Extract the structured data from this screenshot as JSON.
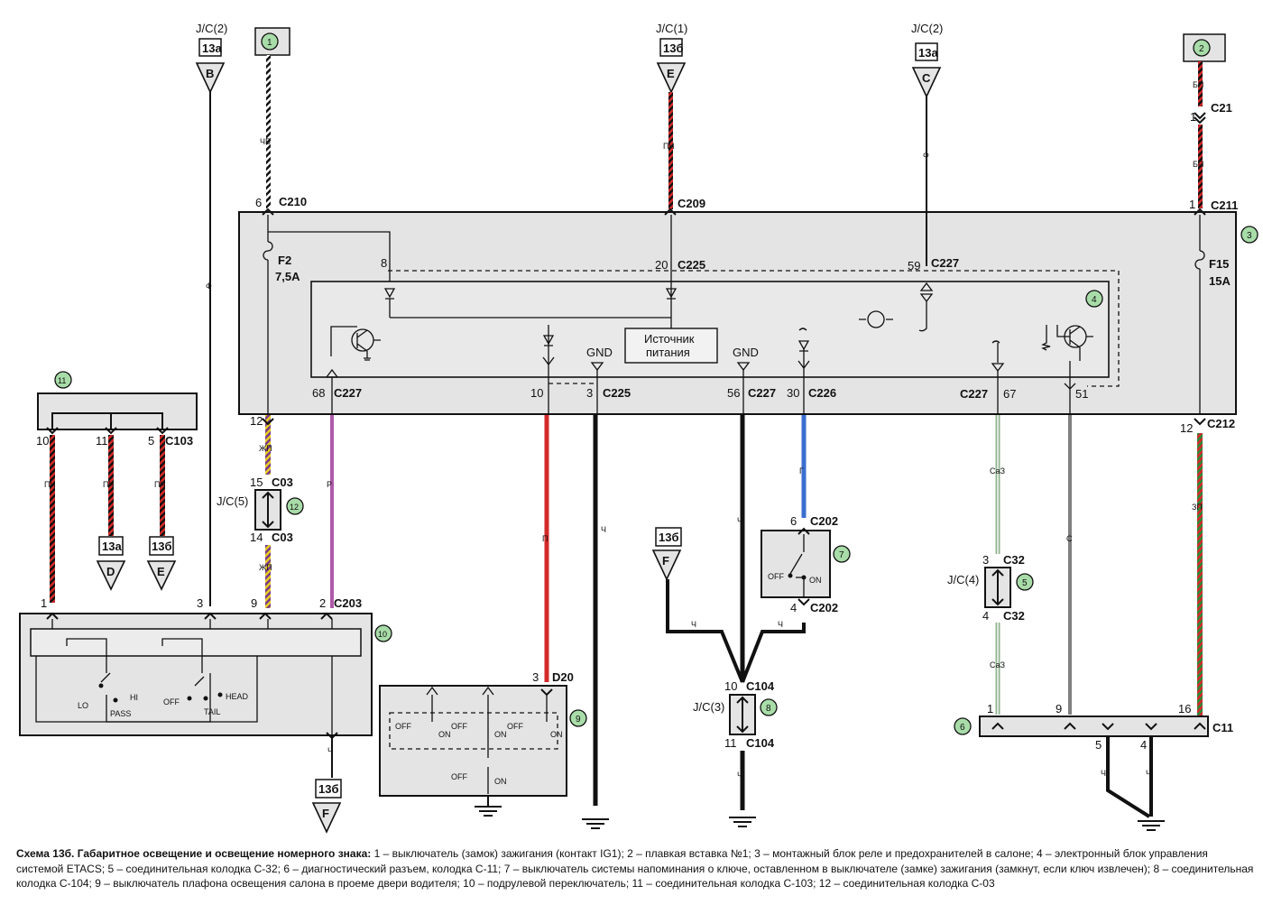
{
  "caption": {
    "title": "Схема 13б. Габаритное освещение и освещение номерного знака:",
    "text": " 1 – выключатель (замок) зажигания (контакт IG1); 2 – плавкая вставка №1; 3 – монтажный блок реле и предохранителей в салоне; 4 – электронный блок управления системой ETACS; 5 – соединительная колодка С-32; 6 – диагностический разъем, колодка С-11; 7 – выключатель системы напоминания о ключе, оставленном в выключателе (замке) зажигания (замкнут, если ключ извлечен); 8 – соединительная колодка С-104; 9 – выключатель плафона освещения салона в проеме двери водителя; 10 – подрулевой переключатель; 11 – соединительная колодка С-103; 12 – соединительная колодка С-03"
  },
  "connectors": {
    "jc2": "J/C(2)",
    "jc1": "J/C(1)",
    "jc5": "J/C(5)",
    "jc4": "J/C(4)",
    "jc3": "J/C(3)",
    "c210": "C210",
    "c209": "C209",
    "c211": "C211",
    "c21": "C21",
    "c225": "C225",
    "c227": "C227",
    "c226": "C226",
    "c212": "C212",
    "c103": "C103",
    "c03": "C03",
    "c203": "C203",
    "c202": "C202",
    "c32": "C32",
    "c104": "C104",
    "c11": "C11",
    "d20": "D20"
  },
  "tags": {
    "t13a": "13а",
    "t13b": "13б"
  },
  "letters": {
    "B": "B",
    "C": "C",
    "D": "D",
    "E": "E",
    "F": "F"
  },
  "fuses": {
    "f2": "F2",
    "f2_rating": "7,5А",
    "f15": "F15",
    "f15_rating": "15А"
  },
  "gnd": "GND",
  "power_source": {
    "line1": "Источник",
    "line2": "питания"
  },
  "pins": {
    "p1": "1",
    "p2": "2",
    "p3": "3",
    "p4": "4",
    "p5": "5",
    "p6": "6",
    "p8": "8",
    "p9": "9",
    "p10": "10",
    "p11": "11",
    "p12": "12",
    "p14": "14",
    "p15": "15",
    "p16": "16",
    "p20": "20",
    "p30": "30",
    "p51": "51",
    "p56": "56",
    "p59": "59",
    "p67": "67",
    "p68": "68"
  },
  "wire_colors": {
    "chb": "ЧБ",
    "f": "Ф",
    "pch": "ПЧ",
    "bp": "БП",
    "zhp": "ЖП",
    "r": "Р",
    "p": "П",
    "ch": "Ч",
    "g": "Г",
    "saz": "СаЗ",
    "s": "С",
    "zp": "ЗП"
  },
  "switch_labels": {
    "lo": "LO",
    "hi": "HI",
    "pass": "PASS",
    "off": "OFF",
    "tail": "TAIL",
    "head": "HEAD",
    "on": "ON"
  },
  "callouts": [
    "1",
    "2",
    "3",
    "4",
    "5",
    "6",
    "7",
    "8",
    "9",
    "10",
    "11",
    "12"
  ],
  "colors": {
    "red": "#d32a2a",
    "black": "#111111",
    "blue": "#3a6fd0",
    "violet": "#b05aa8",
    "greenish": "#8fb38f",
    "grey": "#808080",
    "circle": "#a8dca8",
    "panel": "#e4e4e4"
  }
}
